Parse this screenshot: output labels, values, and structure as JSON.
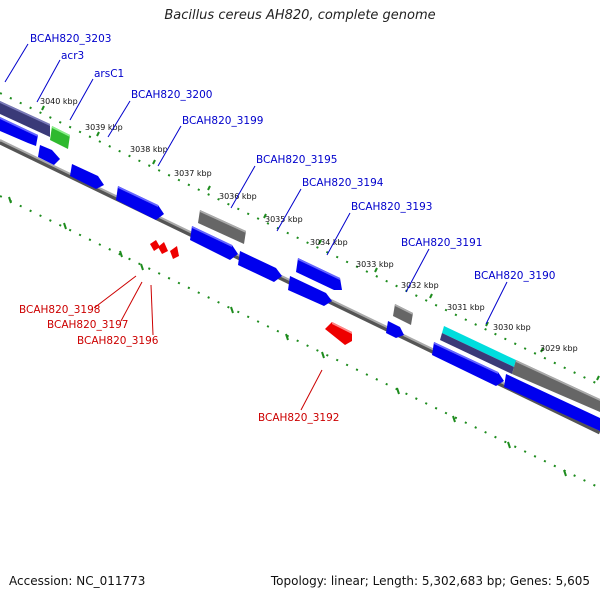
{
  "title": "Bacillus cereus AH820, complete genome",
  "footer": {
    "accession": "Accession: NC_011773",
    "summary": "Topology: linear; Length: 5,302,683 bp; Genes: 5,605"
  },
  "colors": {
    "forward_gene": "#0000ee",
    "reverse_gene": "#ee0000",
    "gray_gene": "#666666",
    "dark_gene": "#3a3a78",
    "green_gene": "#33cc33",
    "cyan_gene": "#00dddd",
    "tick": "#1e8c1e",
    "label_blue": "#0000cc",
    "label_red": "#cc0000",
    "backbone": "#888888"
  },
  "scale_ticks": [
    {
      "label": "3040 kbp"
    },
    {
      "label": "3039 kbp"
    },
    {
      "label": "3038 kbp"
    },
    {
      "label": "3037 kbp"
    },
    {
      "label": "3036 kbp"
    },
    {
      "label": "3035 kbp"
    },
    {
      "label": "3034 kbp"
    },
    {
      "label": "3033 kbp"
    },
    {
      "label": "3032 kbp"
    },
    {
      "label": "3031 kbp"
    },
    {
      "label": "3030 kbp"
    },
    {
      "label": "3029 kbp"
    }
  ],
  "gene_labels_forward": [
    "BCAH820_3203",
    "acr3",
    "arsC1",
    "BCAH820_3200",
    "BCAH820_3199",
    "BCAH820_3195",
    "BCAH820_3194",
    "BCAH820_3193",
    "BCAH820_3191",
    "BCAH820_3190"
  ],
  "gene_labels_reverse": [
    "BCAH820_3198",
    "BCAH820_3197",
    "BCAH820_3196",
    "BCAH820_3192"
  ]
}
